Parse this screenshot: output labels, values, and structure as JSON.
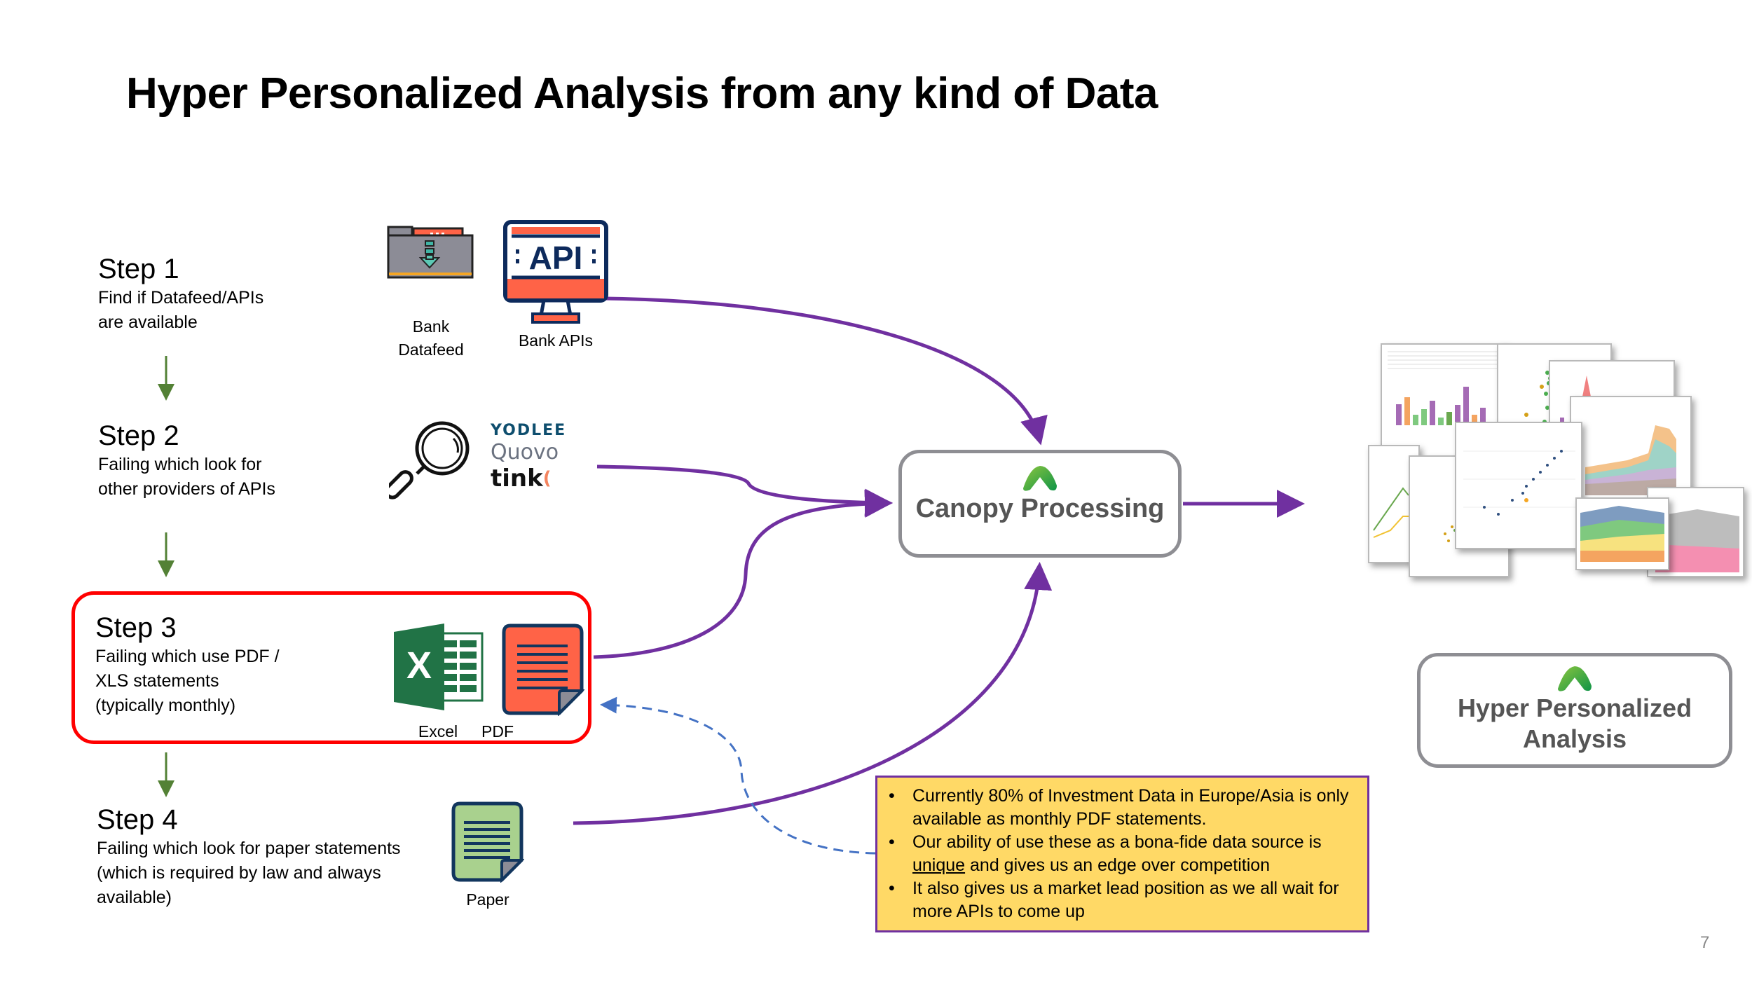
{
  "slide": {
    "title": "Hyper Personalized Analysis from any kind of Data",
    "page_number": "7"
  },
  "steps": [
    {
      "title": "Step 1",
      "description": "Find if Datafeed/APIs are available"
    },
    {
      "title": "Step 2",
      "description": "Failing which look for other providers of APIs"
    },
    {
      "title": "Step 3",
      "description": "Failing which use PDF / XLS statements (typically monthly)"
    },
    {
      "title": "Step 4",
      "description": "Failing which look for paper statements (which is required by law and always available)"
    }
  ],
  "sources": {
    "bank_datafeed": {
      "label_line1": "Bank",
      "label_line2": "Datafeed",
      "icon": "folder-download-icon"
    },
    "bank_apis": {
      "label": "Bank APIs",
      "icon": "api-monitor-icon",
      "screen_text": "API"
    },
    "providers": {
      "icon": "magnifier-icon",
      "logos": [
        "YODLEE",
        "Quovo",
        "tink"
      ]
    },
    "excel": {
      "label": "Excel",
      "icon": "excel-icon",
      "glyph": "X"
    },
    "pdf": {
      "label": "PDF",
      "icon": "pdf-document-icon"
    },
    "paper": {
      "label": "Paper",
      "icon": "paper-document-icon"
    }
  },
  "processing": {
    "label": "Canopy Processing",
    "icon": "canopy-logo-icon"
  },
  "output": {
    "label_line1": "Hyper Personalized",
    "label_line2": "Analysis",
    "icon": "canopy-logo-icon",
    "collage": "analysis-charts-collage"
  },
  "note": {
    "bullets": [
      {
        "text": "Currently 80% of Investment Data in Europe/Asia is only available as monthly PDF statements."
      },
      {
        "underlined": "unique",
        "before": "Our ability of use these as a bona-fide data source is ",
        "after": " and gives us an edge over competition"
      },
      {
        "text": "It also gives us a market lead position as we all wait for more APIs to come up"
      }
    ]
  },
  "colors": {
    "flow_arrow": "#7030a0",
    "step_arrow": "#538135",
    "highlight_border": "#ff0000",
    "box_border": "#8e8e93",
    "note_background": "#ffd966",
    "dashed_arrow": "#4472c4",
    "canopy_green_light": "#8dc63f",
    "canopy_green_dark": "#0f9447"
  }
}
